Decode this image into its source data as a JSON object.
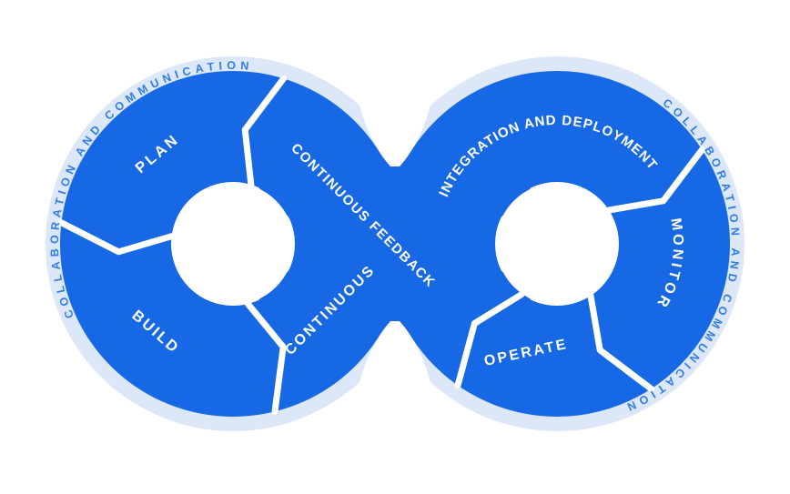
{
  "diagram": {
    "type": "devops-infinity-loop",
    "labels": {
      "plan": "PLAN",
      "build": "BUILD",
      "continuous_feedback": "CONTINUOUS FEEDBACK",
      "continuous": "CONTINUOUS",
      "integration_deployment": "INTEGRATION AND DEPLOYMENT",
      "monitor": "MONITOR",
      "operate": "OPERATE",
      "outer_left": "COLLABORATION AND COMMUNICATION",
      "outer_right": "COLLABORATION AND COMMUNICATION"
    },
    "colors": {
      "loop_blue": "#1768e5",
      "halo_blue": "#dce7f8",
      "outer_text_blue": "#2f7ceb",
      "segment_text": "#ffffff",
      "background": "#ffffff"
    }
  }
}
